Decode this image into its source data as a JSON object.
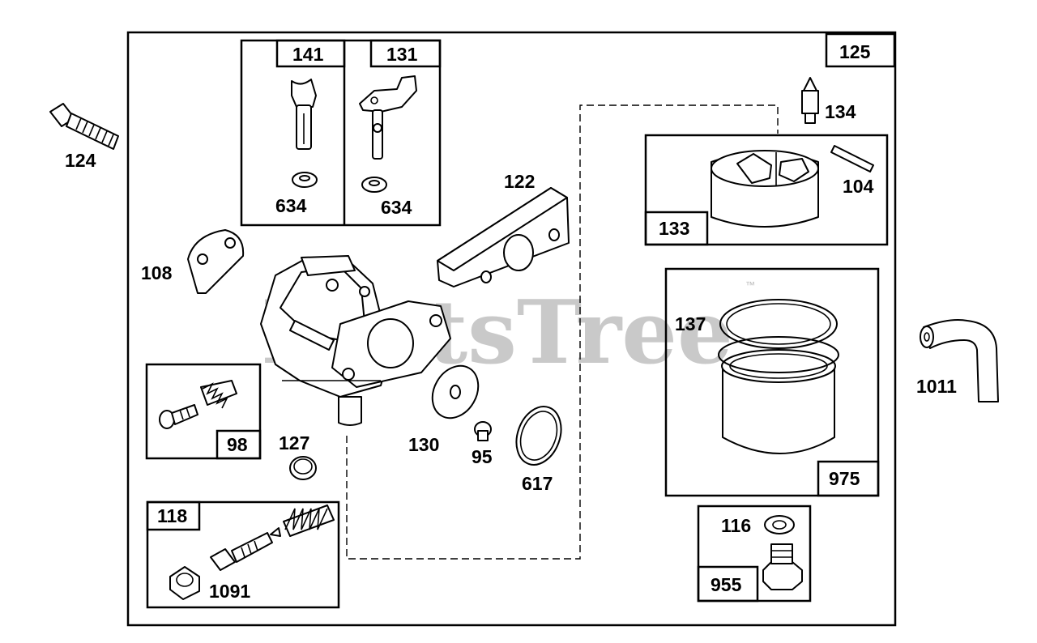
{
  "watermark": {
    "text": "PartsTree",
    "trademark": "™"
  },
  "callouts": {
    "c124": "124",
    "c141": "141",
    "c131": "131",
    "c634a": "634",
    "c634b": "634",
    "c125": "125",
    "c134": "134",
    "c104": "104",
    "c133": "133",
    "c122": "122",
    "c108": "108",
    "c137": "137",
    "c975": "975",
    "c1011": "1011",
    "c98": "98",
    "c127": "127",
    "c130": "130",
    "c95": "95",
    "c617": "617",
    "c118": "118",
    "c1091": "1091",
    "c116": "116",
    "c955": "955"
  }
}
